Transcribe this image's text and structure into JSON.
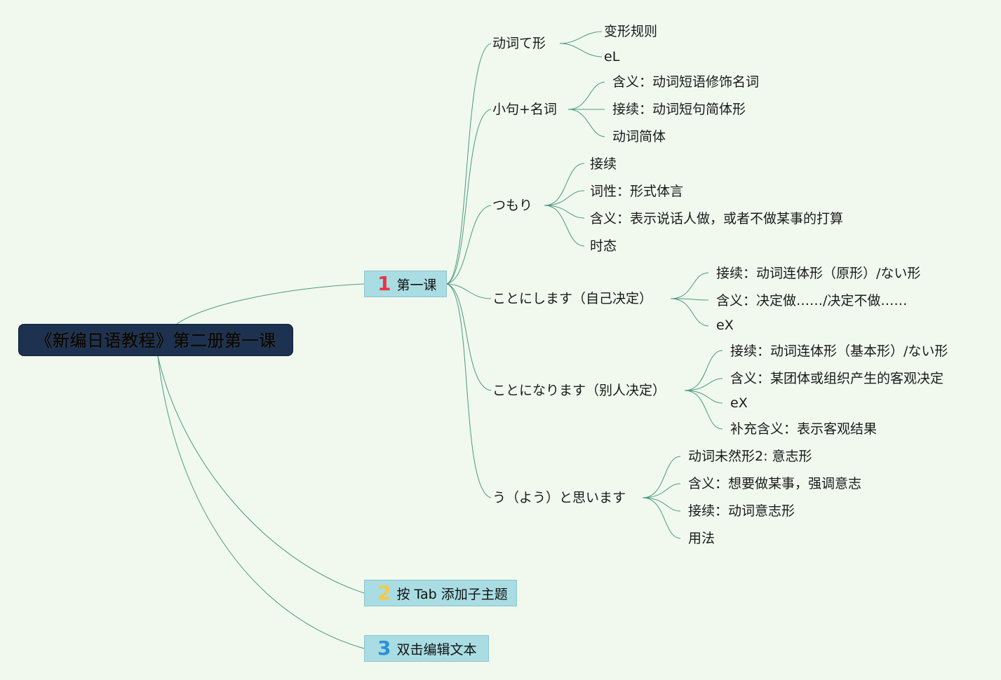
{
  "colors": {
    "background": "#f1f9ef",
    "root_fill": "#1d3150",
    "topic_fill": "#a9dde3",
    "connector": "#4a9a7c"
  },
  "root": {
    "title": "《新编日语教程》第二册第一课"
  },
  "topics": [
    {
      "number": "1",
      "label": "第一课"
    },
    {
      "number": "2",
      "label": "按 Tab 添加子主题"
    },
    {
      "number": "3",
      "label": "双击编辑文本"
    }
  ],
  "branches": [
    {
      "label": "动词て形",
      "children": [
        "变形规则",
        "eL"
      ]
    },
    {
      "label": "小句+名词",
      "children": [
        "含义：动词短语修饰名词",
        "接续：动词短句简体形",
        "动词简体"
      ]
    },
    {
      "label": "つもり",
      "children": [
        "接续",
        "词性：形式体言",
        "含义：表示说话人做，或者不做某事的打算",
        "时态"
      ]
    },
    {
      "label": "ことにします（自己决定）",
      "children": [
        "接续：动词连体形（原形）/ない形",
        "含义：决定做……/决定不做……",
        "eX"
      ]
    },
    {
      "label": "ことになります（别人决定）",
      "children": [
        "接续：动词连体形（基本形）/ない形",
        "含义：某团体或组织产生的客观决定",
        "eX",
        "补充含义：表示客观结果"
      ]
    },
    {
      "label": "う（よう）と思います",
      "children": [
        "动词未然形2: 意志形",
        "含义：想要做某事，强调意志",
        "接续：动词意志形",
        "用法"
      ]
    }
  ]
}
